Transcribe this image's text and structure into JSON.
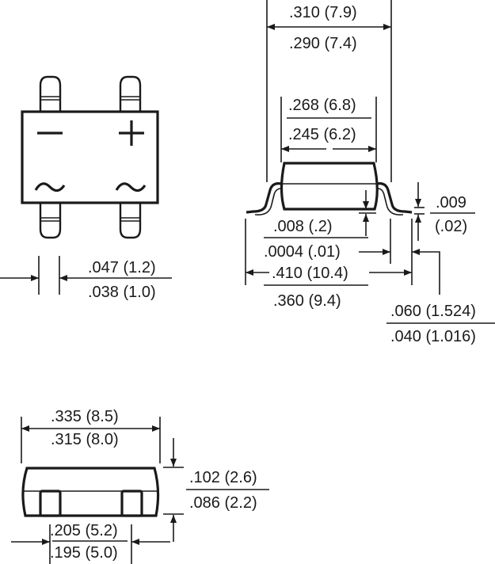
{
  "top_view": {
    "symbols": {
      "minus": "−",
      "plus": "+",
      "ac1": "~",
      "ac2": "~"
    },
    "lead_width": {
      "max": ".047 (1.2)",
      "min": ".038 (1.0)"
    }
  },
  "side_view": {
    "overall_width": {
      "max": ".310 (7.9)",
      "min": ".290 (7.4)"
    },
    "body_width": {
      "max": ".268 (6.8)",
      "min": ".245 (6.2)"
    },
    "standoff": {
      "max": ".008 (.2)",
      "min": ".0004 (.01)"
    },
    "lead_thickness": {
      "max": ".009",
      "min": "(.02)"
    },
    "lead_span": {
      "max": ".410 (10.4)",
      "min": ".360 (9.4)"
    },
    "lead_length": {
      "max": ".060 (1.524)",
      "min": ".040 (1.016)"
    }
  },
  "end_view": {
    "length": {
      "max": ".335 (8.5)",
      "min": ".315 (8.0)"
    },
    "height": {
      "max": ".102 (2.6)",
      "min": ".086 (2.2)"
    },
    "lead_pitch": {
      "max": ".205 (5.2)",
      "min": ".195 (5.0)"
    }
  }
}
